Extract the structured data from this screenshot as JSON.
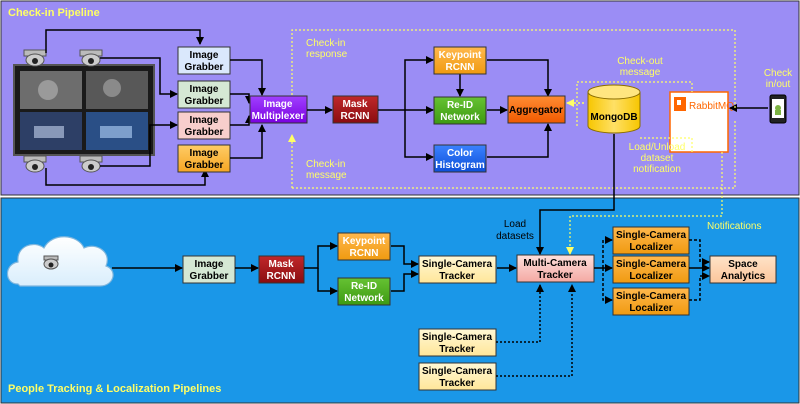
{
  "sections": {
    "checkin_title": "Check-in Pipeline",
    "tracking_title": "People Tracking & Localization Pipelines"
  },
  "checkin": {
    "grabber": [
      "Image",
      "Grabber"
    ],
    "multiplexer": [
      "Image",
      "Multiplexer"
    ],
    "mask_rcnn": [
      "Mask",
      "RCNN"
    ],
    "keypoint_rcnn": [
      "Keypoint",
      "RCNN"
    ],
    "reid": [
      "Re-ID",
      "Network"
    ],
    "color_hist": [
      "Color",
      "Histogram"
    ],
    "aggregator": "Aggregator",
    "mongodb": "MongoDB",
    "rabbitmq": "RabbitMQ",
    "checkin_response": [
      "Check-in",
      "response"
    ],
    "checkin_message": [
      "Check-in",
      "message"
    ],
    "checkout_message": [
      "Check-out",
      "message"
    ],
    "load_unload": [
      "Load/Unload",
      "dataset",
      "notification"
    ],
    "check_inout": [
      "Check",
      "in/out"
    ]
  },
  "tracking": {
    "grabber": [
      "Image",
      "Grabber"
    ],
    "mask_rcnn": [
      "Mask",
      "RCNN"
    ],
    "keypoint_rcnn": [
      "Keypoint",
      "RCNN"
    ],
    "reid": [
      "Re-ID",
      "Network"
    ],
    "single_tracker": [
      "Single-Camera",
      "Tracker"
    ],
    "multi_tracker": [
      "Multi-Camera",
      "Tracker"
    ],
    "localizer": [
      "Single-Camera",
      "Localizer"
    ],
    "space_analytics": [
      "Space",
      "Analytics"
    ],
    "load_datasets": [
      "Load",
      "datasets"
    ],
    "notifications": "Notifications"
  },
  "colors": {
    "top_bg": "#9b8df5",
    "bottom_bg": "#1a97e8",
    "grabber_blue": "#dae8fc",
    "grabber_green": "#d5e8d4",
    "grabber_red": "#f8cecc",
    "grabber_orange": "#f5a623",
    "purple": "#8b00ff",
    "darkred": "#a50f15",
    "orange": "#f5a623",
    "green": "#4caf1a",
    "blue": "#1565f5",
    "aggregator": "#ff6a00",
    "mongo": "#f9d423",
    "yellow_line": "#ffff66",
    "label_yellow": "#ffff66",
    "light_yellow": "#fff2b3"
  }
}
